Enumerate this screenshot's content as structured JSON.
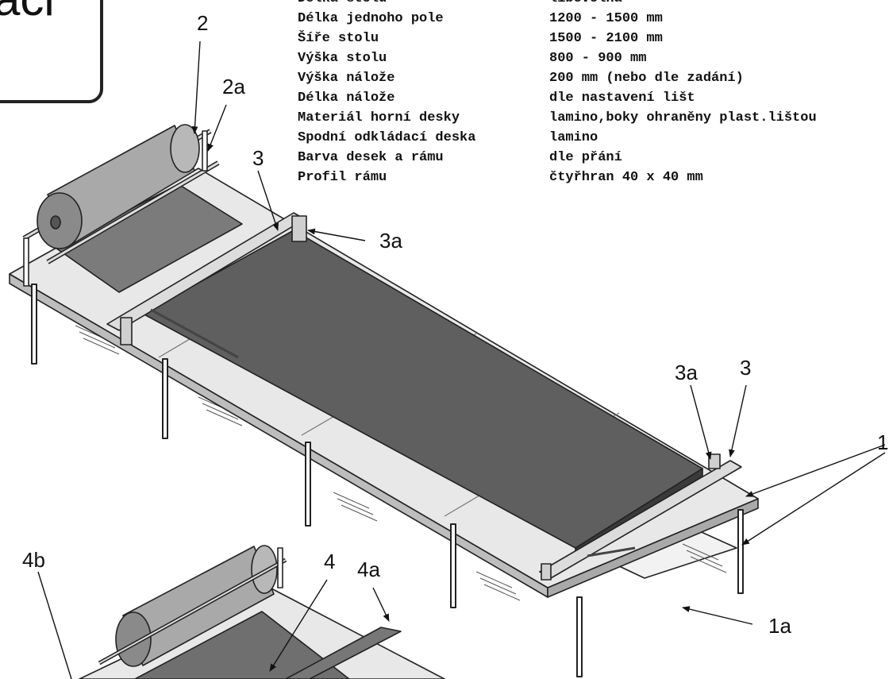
{
  "logo": {
    "text": "áci"
  },
  "specs": {
    "names": [
      "Délka stolu",
      "Délka jednoho pole",
      "Šíře stolu",
      "Výška stolu",
      "Výška nálože",
      "Délka nálože",
      "Materiál horní desky",
      "Spodní odkládací deska",
      "Barva desek a rámu",
      "Profil rámu"
    ],
    "values": [
      "libovolná",
      "1200 - 1500 mm",
      "1500 - 2100 mm",
      "800 - 900 mm",
      "200 mm (nebo dle zadání)",
      "dle nastavení lišt",
      "lamino,boky ohraněny plast.lištou",
      "lamino",
      "dle přání",
      "čtyřhran 40 x 40 mm"
    ]
  },
  "callouts": {
    "c2": "2",
    "c2a": "2a",
    "c3_top": "3",
    "c3a_top": "3a",
    "c3a_right": "3a",
    "c3_right": "3",
    "c1": "1",
    "c1a": "1a",
    "c4b": "4b",
    "c4": "4",
    "c4a": "4a"
  }
}
